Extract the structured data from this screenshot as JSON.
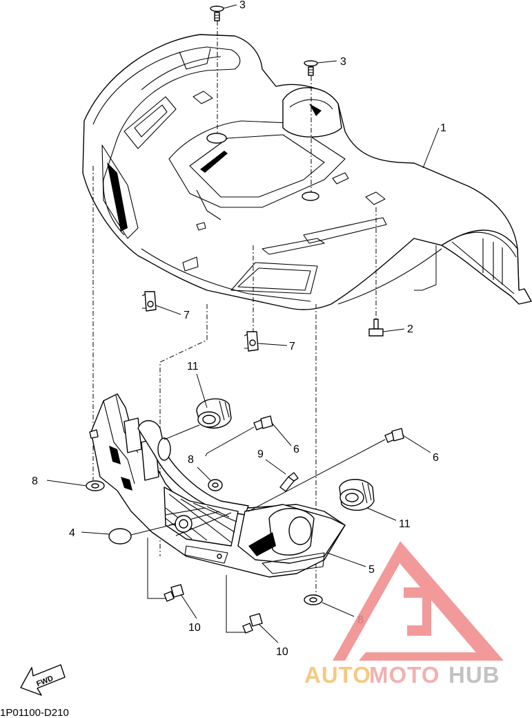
{
  "diagram": {
    "drawing_code": "1P01100-D210",
    "fwd_label": "FWD",
    "callouts": [
      {
        "id": "1",
        "part": "front-fender"
      },
      {
        "id": "2",
        "part": "bolt"
      },
      {
        "id": "3",
        "part": "screw"
      },
      {
        "id": "3",
        "part": "screw"
      },
      {
        "id": "4",
        "part": "plug"
      },
      {
        "id": "5",
        "part": "front-guard"
      },
      {
        "id": "6",
        "part": "bolt"
      },
      {
        "id": "6",
        "part": "bolt"
      },
      {
        "id": "7",
        "part": "nut-clip"
      },
      {
        "id": "7",
        "part": "nut-clip"
      },
      {
        "id": "8",
        "part": "collar"
      },
      {
        "id": "8",
        "part": "collar"
      },
      {
        "id": "8",
        "part": "collar"
      },
      {
        "id": "9",
        "part": "screw"
      },
      {
        "id": "10",
        "part": "bolt"
      },
      {
        "id": "10",
        "part": "bolt"
      },
      {
        "id": "11",
        "part": "grommet"
      },
      {
        "id": "11",
        "part": "grommet"
      }
    ]
  },
  "watermark": {
    "text_1": "AUTO",
    "text_2": "MOTO",
    "text_3": "HUB",
    "color_1": "#f5c06c",
    "color_2": "#f2a3a3",
    "color_3": "#b8b8b8",
    "logo_color": "#f08888"
  }
}
